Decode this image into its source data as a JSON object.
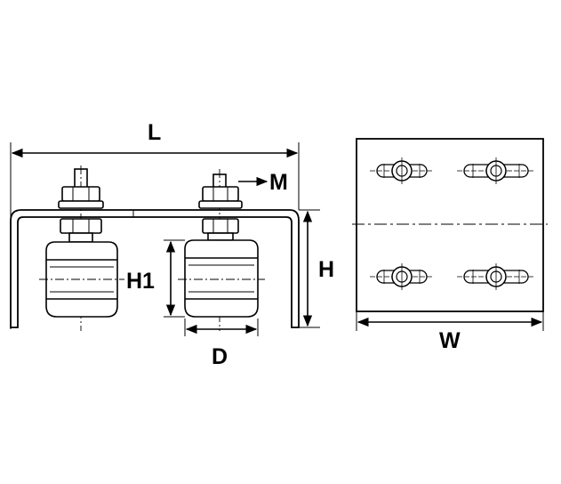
{
  "dimensions": {
    "length_label": "L",
    "nut_label": "M",
    "roller_height_label": "H1",
    "height_label": "H",
    "diameter_label": "D",
    "width_label": "W"
  },
  "colors": {
    "line": "#000000",
    "background": "#ffffff"
  }
}
